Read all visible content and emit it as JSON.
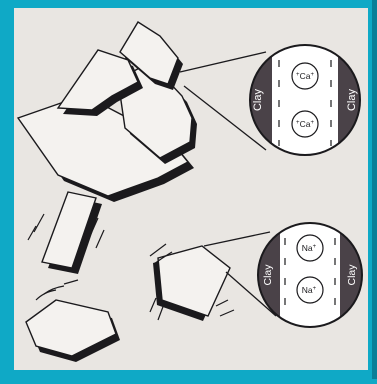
{
  "colors": {
    "frame": "#0fa9c6",
    "frame_dark": "#0a7f98",
    "paper": "#e9e6e2",
    "clay": "#4a4248",
    "ink": "#1b1a1d"
  },
  "flocculated_inset": {
    "clay_left": "Clay",
    "clay_right": "Clay",
    "cation_top": "Ca",
    "cation_top_prefix": "+",
    "cation_top_suffix": "+",
    "cation_bottom": "Ca",
    "cation_bottom_prefix": "+",
    "cation_bottom_suffix": "+"
  },
  "dispersed_inset": {
    "clay_left": "Clay",
    "clay_right": "Clay",
    "cation_top": "Na",
    "cation_top_suffix": "+",
    "cation_bottom": "Na",
    "cation_bottom_suffix": "+"
  },
  "icons": [
    "clay-platelet-icon",
    "motion-line-icon"
  ]
}
